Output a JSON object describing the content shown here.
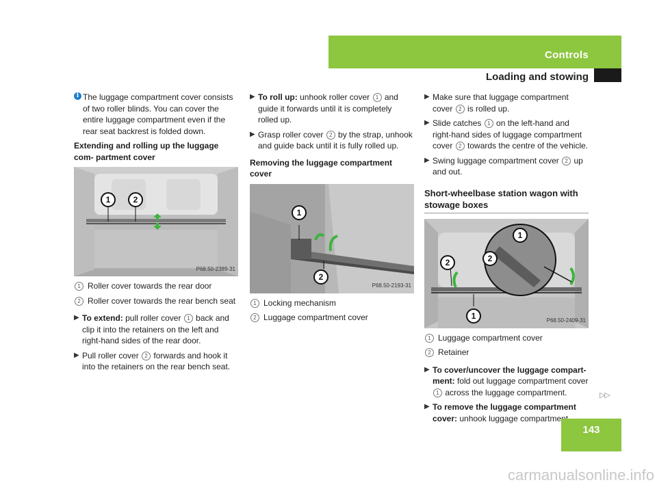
{
  "header": {
    "tab_title": "Controls",
    "section_title": "Loading and stowing",
    "page_number": "143"
  },
  "col1": {
    "info_note": "The luggage compartment cover consists of two roller blinds. You can cover the entire luggage compartment even if the rear seat backrest is folded down.",
    "heading": "Extending and rolling up the luggage com- partment cover",
    "figure_label": "P68.50-2389-31",
    "legend": [
      {
        "num": "1",
        "text": "Roller cover towards the rear door"
      },
      {
        "num": "2",
        "text": "Roller cover towards the rear bench seat"
      }
    ],
    "step1_bold": "To extend:",
    "step1_a": " pull roller cover ",
    "step1_num": "1",
    "step1_b": " back and clip it into the retainers on the left and right-hand sides of the rear door.",
    "step2_a": "Pull roller cover ",
    "step2_num": "2",
    "step2_b": " forwards and hook it into the retainers on the rear bench seat."
  },
  "col2": {
    "step1_bold": "To roll up:",
    "step1_a": " unhook roller cover ",
    "step1_num": "1",
    "step1_b": " and guide it forwards until it is completely rolled up.",
    "step2_a": "Grasp roller cover ",
    "step2_num": "2",
    "step2_b": " by the strap, unhook and guide back until it is fully rolled up.",
    "heading": "Removing the luggage compartment cover",
    "figure_label": "P68.50-2193-31",
    "legend": [
      {
        "num": "1",
        "text": "Locking mechanism"
      },
      {
        "num": "2",
        "text": "Luggage compartment cover"
      }
    ]
  },
  "col3": {
    "step1_a": "Make sure that luggage compartment cover ",
    "step1_num": "2",
    "step1_b": " is rolled up.",
    "step2_a": "Slide catches ",
    "step2_num": "1",
    "step2_b": " on the left-hand and right-hand sides of luggage compartment cover ",
    "step2_num2": "2",
    "step2_c": " towards the centre of the vehicle.",
    "step3_a": "Swing luggage compartment cover ",
    "step3_num": "2",
    "step3_b": " up and out.",
    "heading": "Short-wheelbase station wagon with stowage boxes",
    "figure_label": "P68.50-2409-31",
    "legend": [
      {
        "num": "1",
        "text": "Luggage compartment cover"
      },
      {
        "num": "2",
        "text": "Retainer"
      }
    ],
    "step4_bold": "To cover/uncover the luggage compart- ment:",
    "step4_a": " fold out luggage compartment cover ",
    "step4_num": "1",
    "step4_b": " across the luggage compartment.",
    "step5_bold": "To remove the luggage compartment cover:",
    "step5_a": " unhook luggage compartment"
  },
  "continue_glyph": "▷▷",
  "watermark": "carmanualsonline.info",
  "colors": {
    "accent_green": "#8dc63f",
    "info_blue": "#1f7fd0",
    "arrow_green": "#3db43d"
  }
}
